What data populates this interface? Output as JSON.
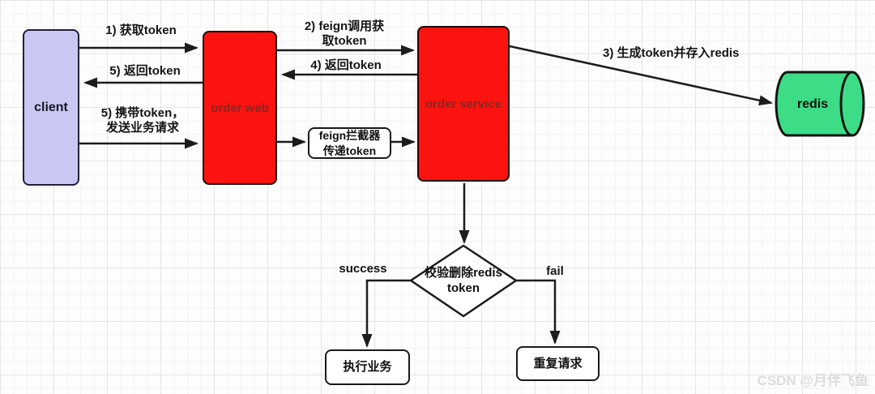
{
  "diagram": {
    "watermark": "CSDN @月伴飞鱼",
    "colors": {
      "service_fill": "#fb1310",
      "service_border": "#230707",
      "service_text": "#8f2420",
      "client_fill": "#c9c8f3",
      "redis_fill": "#3ddc86",
      "line": "#1c1c1c",
      "grid_major": "#e5e4e7",
      "grid_minor": "#f4f3f5"
    },
    "nodes": {
      "client": {
        "label": "client"
      },
      "order_web": {
        "label": "order web"
      },
      "order_service": {
        "label": "order service"
      },
      "redis": {
        "label": "redis"
      },
      "feign_interceptor": {
        "line1": "feign拦截器",
        "line2": "传递token"
      },
      "check_token": {
        "line1": "校验删除redis",
        "line2": "token"
      },
      "execute_business": {
        "label": "执行业务"
      },
      "repeat_request": {
        "label": "重复请求"
      }
    },
    "edges": {
      "get_token": "1)  获取token",
      "return_token_client": "5)  返回token",
      "carry_token_line1": "5)  携带token，",
      "carry_token_line2": "发送业务请求",
      "feign_call_line1": "2)  feign调用获",
      "feign_call_line2": "取token",
      "return_token_web": "4)  返回token",
      "store_redis": "3)  生成token并存入redis",
      "success": "success",
      "fail": "fail"
    }
  }
}
